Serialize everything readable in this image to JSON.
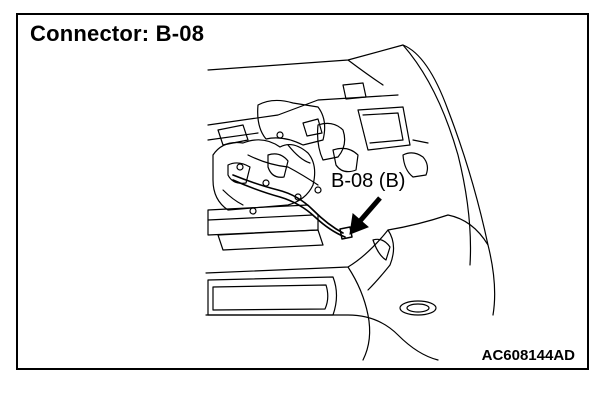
{
  "title": "Connector: B-08",
  "callout": "B-08 (B)",
  "figure_id": "AC608144AD",
  "colors": {
    "line": "#000000",
    "background": "#ffffff"
  }
}
